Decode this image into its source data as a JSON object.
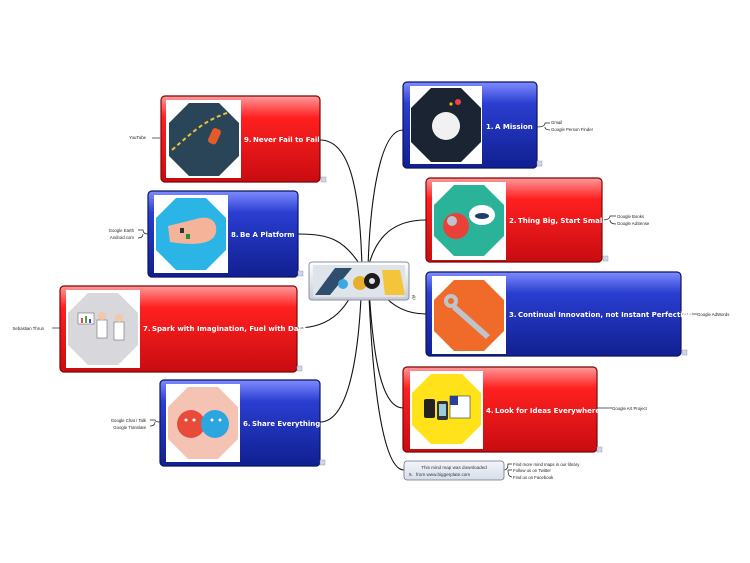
{
  "nodes": [
    {
      "id": "mission",
      "number": "1.",
      "title": "A Mission",
      "color": "blue",
      "links": [
        "Gmail",
        "Google Person Finder"
      ]
    },
    {
      "id": "think",
      "number": "2.",
      "title": "Thing Big, Start Small",
      "color": "red",
      "links": [
        "Google Books",
        "Google AdSense"
      ]
    },
    {
      "id": "innovation",
      "number": "3.",
      "title": "Continual Innovation, not Instant Perfection",
      "color": "blue",
      "links": [
        "Google AdWords"
      ]
    },
    {
      "id": "ideas",
      "number": "4.",
      "title": "Look for Ideas Everywhere",
      "color": "red",
      "links": [
        "Google Art Project"
      ]
    },
    {
      "id": "share",
      "number": "6.",
      "title": "Share Everything",
      "color": "blue",
      "links": [
        "Google Chat / Talk",
        "Google Translate"
      ]
    },
    {
      "id": "spark",
      "number": "7.",
      "title": "Spark with Imagination, Fuel with Data",
      "color": "red",
      "links": [
        "Sebastian Thrun"
      ]
    },
    {
      "id": "platform",
      "number": "8.",
      "title": "Be A Platform",
      "color": "blue",
      "links": [
        "Google Earth",
        "Android.com"
      ]
    },
    {
      "id": "fail",
      "number": "9.",
      "title": "Never Fail to Fail",
      "color": "red",
      "links": [
        "YouTube"
      ]
    }
  ],
  "download_note": {
    "number": "5.",
    "line1": "This mind map was downloaded",
    "line2": "from www.biggerplate.com",
    "links": [
      "Find more mind maps in our library",
      "Follow us on Twitter",
      "Find us on Facebook"
    ]
  },
  "colors": {
    "red": "#e8141a",
    "blue": "#1a2fb0",
    "line": "#111111"
  }
}
